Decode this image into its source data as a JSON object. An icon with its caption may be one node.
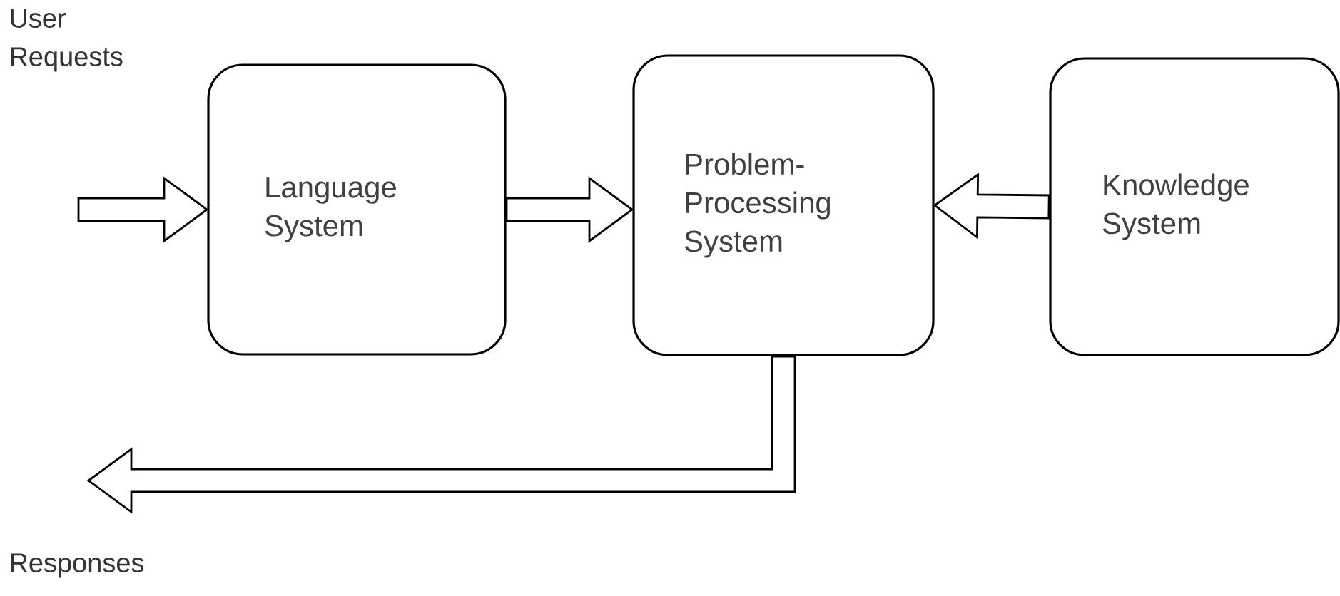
{
  "diagram": {
    "nodes": [
      {
        "text": [
          "Language System"
        ]
      },
      {
        "text": [
          "Problem-Processing System"
        ]
      },
      {
        "text": [
          "Knowledge System"
        ]
      }
    ],
    "edges": [
      {
        "from": null,
        "to": 0,
        "arrow": "to"
      },
      {
        "from": 0,
        "to": 1,
        "arrow": "to"
      },
      {
        "from": 2,
        "to": 1,
        "arrow": "to"
      },
      {
        "from": 1,
        "to": null,
        "arrow": "to"
      }
    ],
    "labels": [
      "User Requests",
      "Responses"
    ]
  }
}
